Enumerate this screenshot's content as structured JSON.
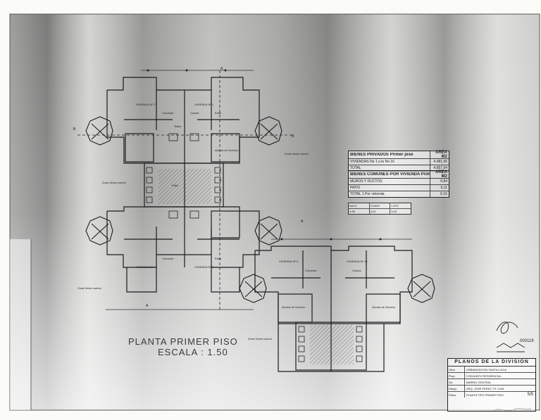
{
  "drawing": {
    "title": "PLANTA PRIMER PISO",
    "scale": "ESCALA : 1.50",
    "sheet_number": "000119",
    "page": "5/5"
  },
  "markers": {
    "a": "A",
    "b": "B"
  },
  "room_labels": {
    "vivienda_1": "VIVIENDA Nº 1",
    "vivienda_2": "VIVIENDA Nº 2",
    "vivienda_3": "VIVIENDA Nº 3",
    "vivienda_4": "VIVIENDA Nº 4",
    "vivienda_5": "VIVIENDA Nº 5",
    "vivienda_16": "VIVIENDA Nº 16",
    "comedor": "Comedor",
    "cocina": "Cocina",
    "estar": "Estar",
    "baño": "Baño",
    "alcoba_servicio": "Alcoba de Servicio",
    "patio": "Patio",
    "zona_verde": "Zona Verde común"
  },
  "table_privados": {
    "header": "BIENES PRIVADOS  Primer piso",
    "header_area": "AREA M2",
    "rows": [
      {
        "label": "VIVIENDAS No 1 a la No 16",
        "value": "4.481,96"
      },
      {
        "label": "TOTAL",
        "value": "4.857,94"
      }
    ]
  },
  "table_comunes": {
    "header": "BIENES COMUNES POR VIVIENDA Primer piso",
    "header_area": "AREA M2",
    "rows": [
      {
        "label": "MUROS Y DUCTOS",
        "value": "0,84"
      },
      {
        "label": "PATIO",
        "value": "6,11"
      },
      {
        "label": "TOTAL 1 Por vivienda",
        "value": "6,15"
      }
    ]
  },
  "summary": {
    "row1": [
      "BAJO",
      "CONST",
      "LOTE"
    ],
    "row2": [
      "5,96",
      "6,20",
      "5,00"
    ]
  },
  "title_block": {
    "heading": "PLANOS DE LA DIVISION",
    "rows": [
      {
        "k": "Obra",
        "v": "URBANIZACION SANTA LUCIA"
      },
      {
        "k": "Prop.",
        "v": "CONJUNTO RESIDENCIAL"
      },
      {
        "k": "Dir.",
        "v": "BARRIO CENTRAL"
      },
      {
        "k": "Dibujó",
        "v": "ARQ. JOSE PEREZ  T.P. 1245"
      },
      {
        "k": "Plano",
        "v": "PLANTA TIPO PRIMER PISO"
      }
    ]
  },
  "colors": {
    "paper": "#fbfbf8",
    "ink": "#222222",
    "shadow": "#3a3a3a"
  }
}
